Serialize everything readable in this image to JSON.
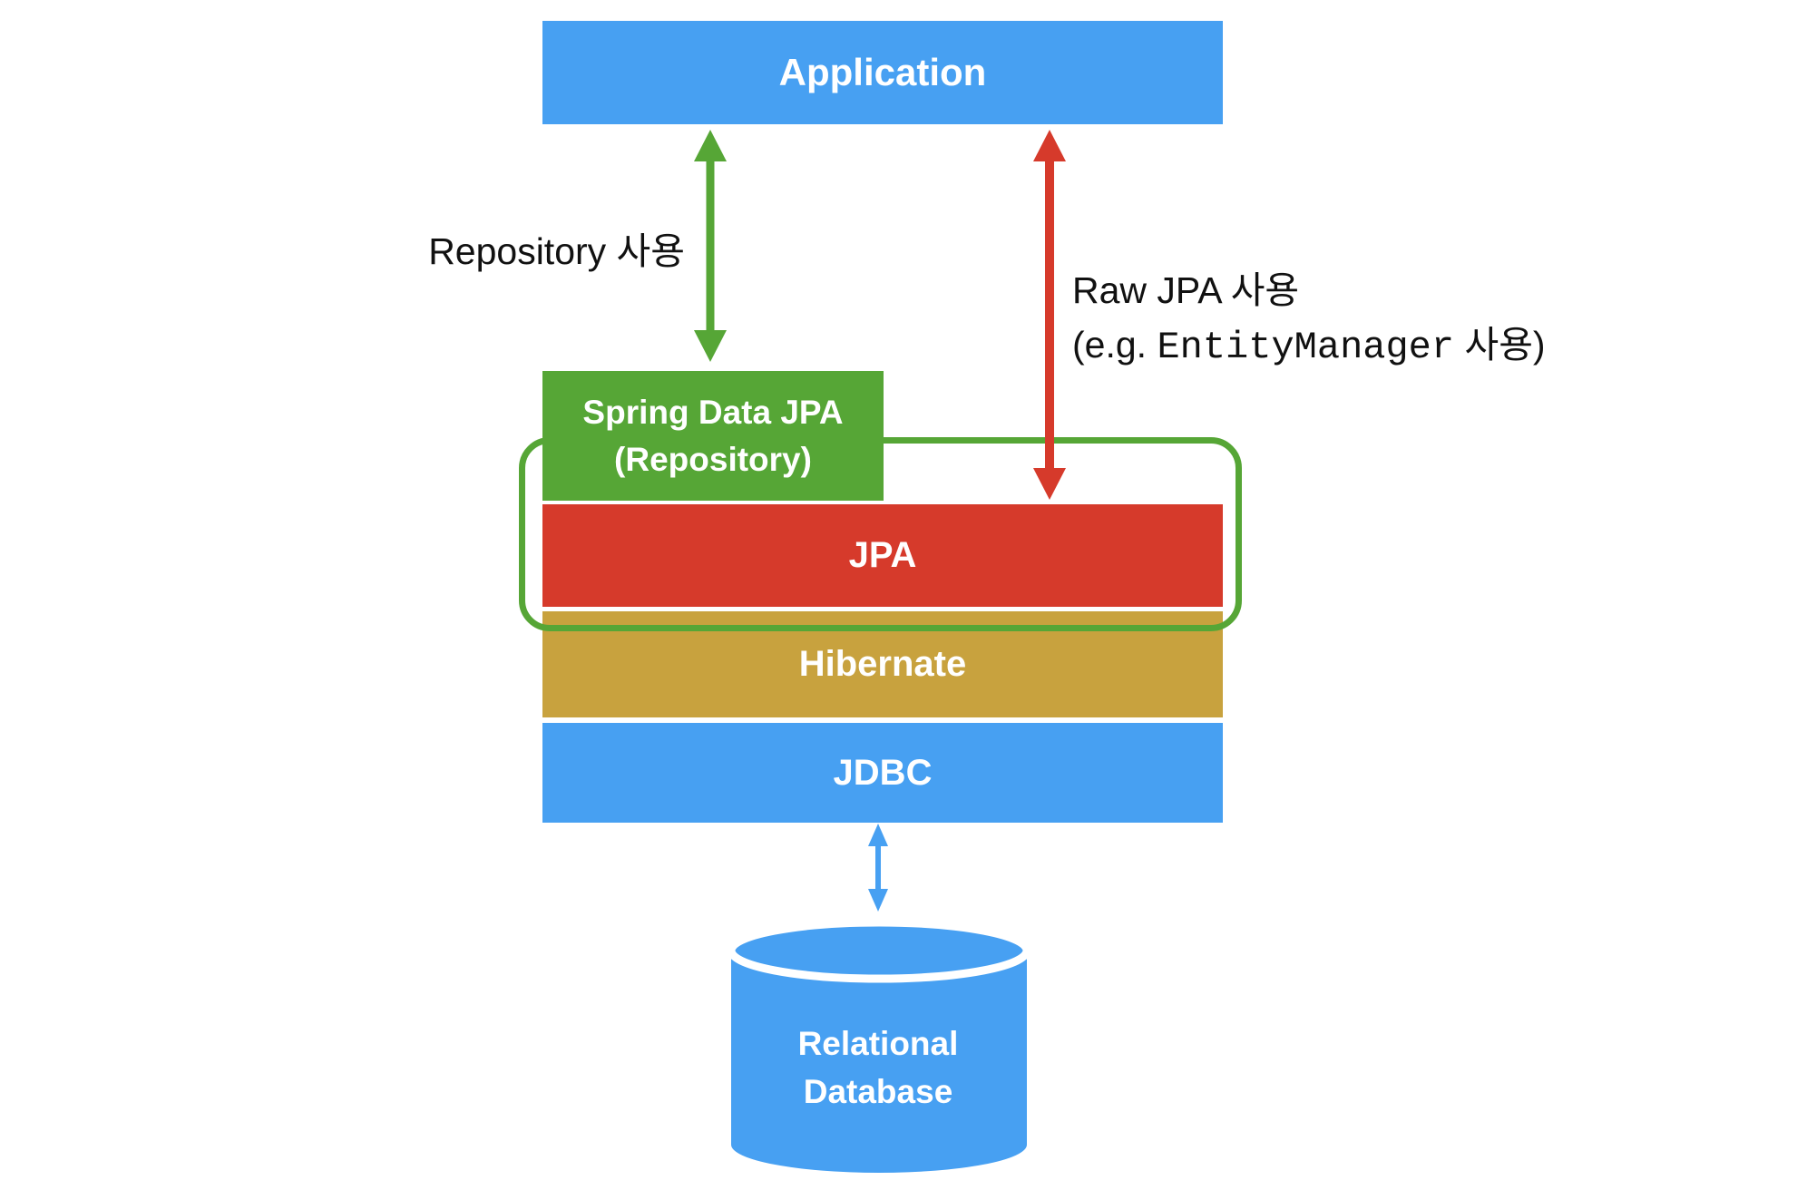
{
  "colors": {
    "blue": "#47A0F2",
    "green": "#56A636",
    "red": "#D63A2B",
    "gold": "#C8A23E",
    "white": "#FFFFFF",
    "annotation_text": "#111111"
  },
  "boxes": {
    "application": {
      "label": "Application"
    },
    "spring_data_jpa": {
      "line1": "Spring Data JPA",
      "line2": "(Repository)"
    },
    "jpa": {
      "label": "JPA"
    },
    "hibernate": {
      "label": "Hibernate"
    },
    "jdbc": {
      "label": "JDBC"
    },
    "database": {
      "line1": "Relational",
      "line2": "Database"
    }
  },
  "annotations": {
    "repository_usage": {
      "label": "Repository 사용"
    },
    "raw_jpa_usage": {
      "line1": "Raw JPA 사용",
      "line2_prefix": "(e.g. ",
      "line2_code": "EntityManager",
      "line2_suffix": " 사용)"
    }
  }
}
